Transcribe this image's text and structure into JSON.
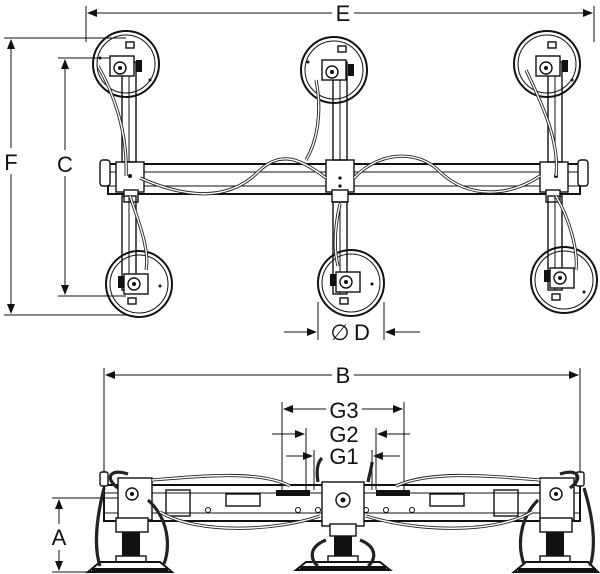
{
  "drawing": {
    "top_view": {
      "dim_E": "E",
      "dim_F": "F",
      "dim_C": "C",
      "dim_D_symbol": "∅",
      "dim_D": "D"
    },
    "side_view": {
      "dim_B": "B",
      "dim_G3": "G3",
      "dim_G2": "G2",
      "dim_G1": "G1",
      "dim_A": "A"
    },
    "colors": {
      "line": "#111111",
      "background": "#ffffff"
    }
  }
}
